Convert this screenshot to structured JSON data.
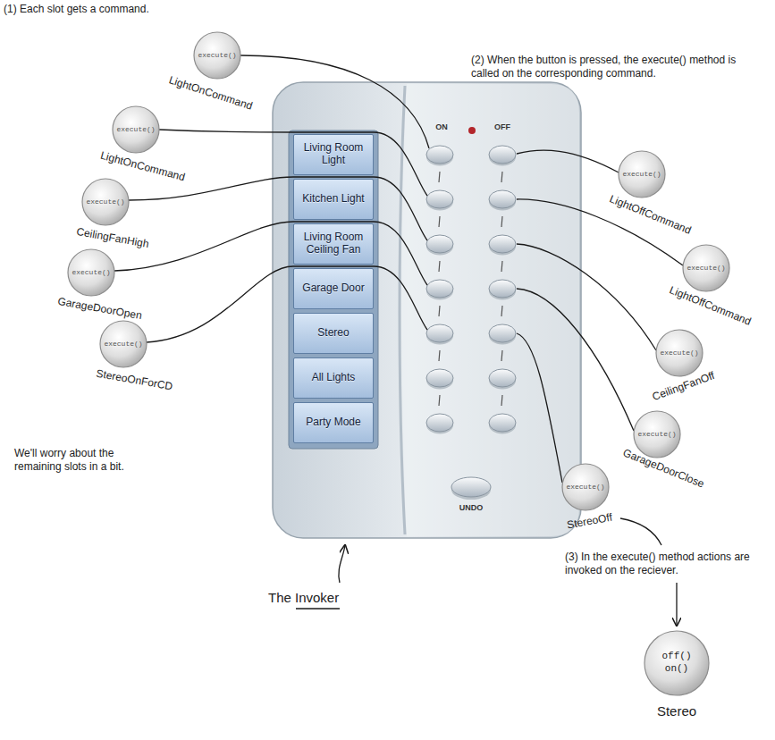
{
  "diagram": {
    "nodes": [
      {
        "text": [
          "execute()",
          "LightOnCommand"
        ]
      },
      {
        "text": [
          "execute()",
          "LightOnCommand"
        ]
      },
      {
        "text": [
          "execute()",
          "CeilingFanHigh"
        ]
      },
      {
        "text": [
          "execute()",
          "GarageDoorOpen"
        ]
      },
      {
        "text": [
          "execute()",
          "StereoOnForCD"
        ]
      },
      {
        "text": [
          "ON",
          "OFF",
          "UNDO"
        ]
      },
      {
        "text": [
          "Living Room Light"
        ],
        "in": 5
      },
      {
        "text": [
          "Kitchen Light"
        ],
        "in": 5
      },
      {
        "text": [
          "Living Room Ceiling Fan"
        ],
        "in": 5
      },
      {
        "text": [
          "Garage Door"
        ],
        "in": 5
      },
      {
        "text": [
          "Stereo"
        ],
        "in": 5
      },
      {
        "text": [
          "All Lights"
        ],
        "in": 5
      },
      {
        "text": [
          "Party Mode"
        ],
        "in": 5
      },
      {
        "text": [
          "execute()",
          "LightOffCommand"
        ]
      },
      {
        "text": [
          "execute()",
          "LightOffCommand"
        ]
      },
      {
        "text": [
          "execute()",
          "CeilingFanOff"
        ]
      },
      {
        "text": [
          "execute()",
          "GarageDoorClose"
        ]
      },
      {
        "text": [
          "execute()",
          "StereoOff"
        ]
      },
      {
        "text": [
          "off() on()",
          "Stereo"
        ]
      }
    ],
    "labels": [
      "(1) Each slot gets a command.",
      "(2) When the button is pressed, the execute() method is called on the corresponding command.",
      "We'll worry about the remaining slots in a bit.",
      "The Invoker",
      "(3) In the execute() method actions are invoked on the reciever."
    ]
  }
}
